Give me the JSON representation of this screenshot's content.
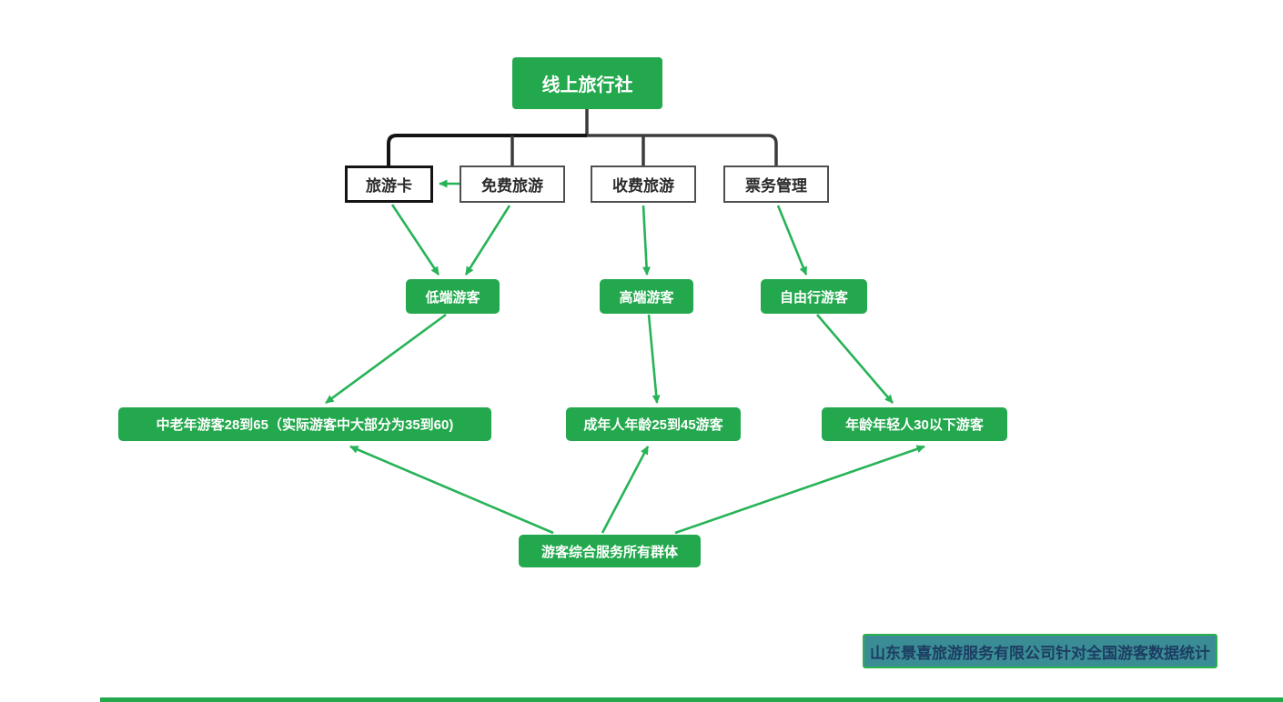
{
  "nodes": {
    "root": {
      "label": "线上旅行社"
    },
    "categories": [
      {
        "label": "旅游卡"
      },
      {
        "label": "免费旅游"
      },
      {
        "label": "收费旅游"
      },
      {
        "label": "票务管理"
      }
    ],
    "segments": [
      {
        "label": "低端游客"
      },
      {
        "label": "高端游客"
      },
      {
        "label": "自由行游客"
      }
    ],
    "groups": [
      {
        "label": "中老年游客28到65（实际游客中大部分为35到60)"
      },
      {
        "label": "成年人年龄25到45游客"
      },
      {
        "label": "年龄年轻人30以下游客"
      }
    ],
    "hub": {
      "label": "游客综合服务所有群体"
    },
    "caption": {
      "label": "山东景喜旅游服务有限公司针对全国游客数据统计"
    }
  },
  "colors": {
    "node_green": "#23a84d",
    "arrow_green": "#27b357",
    "connector_dark": "#3b3b3b",
    "connector_black": "#141414",
    "white_node_border": "#4f4f4f",
    "caption_fill": "#3a8d95",
    "caption_border": "#2cb24c",
    "caption_text": "#1d3d63"
  }
}
